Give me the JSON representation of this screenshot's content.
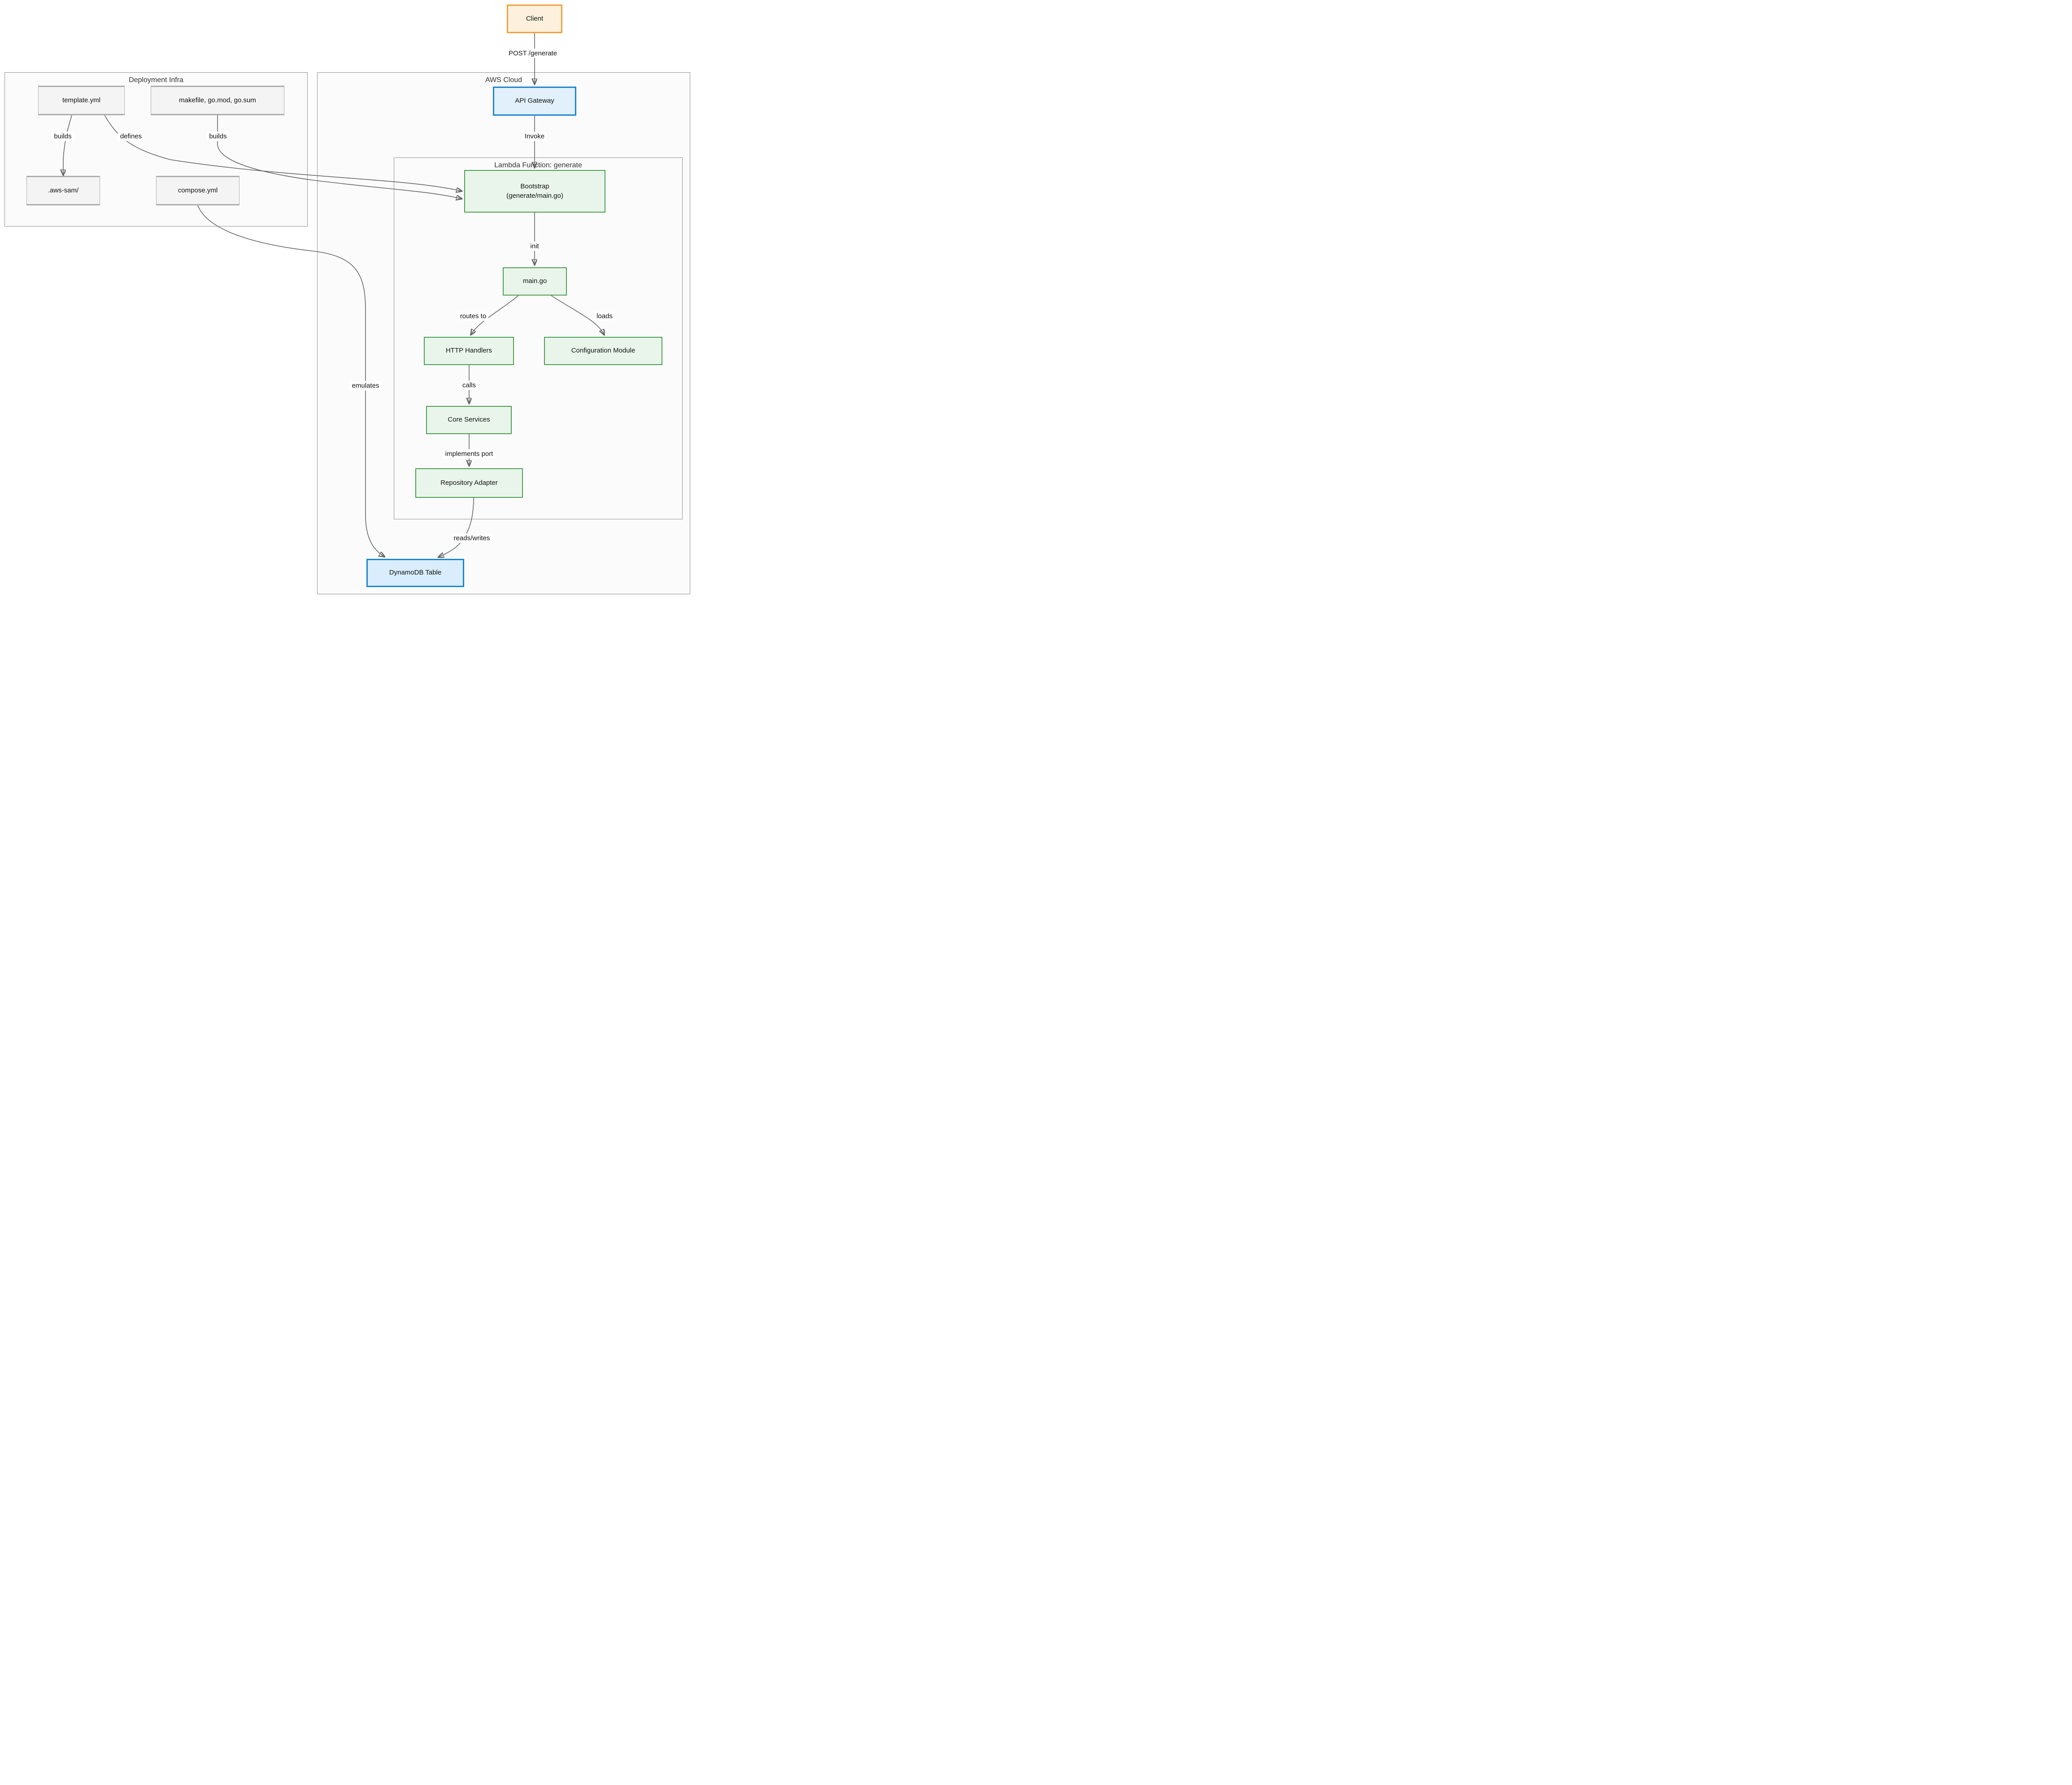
{
  "diagram": {
    "type": "flowchart",
    "direction": "top-down",
    "subgraphs": {
      "deployment_infra": {
        "title": "Deployment Infra"
      },
      "aws_cloud": {
        "title": "AWS Cloud"
      },
      "lambda_function": {
        "title": "Lambda Function: generate"
      }
    },
    "nodes": {
      "client": {
        "label": "Client",
        "category": "client"
      },
      "api_gateway": {
        "label": "API Gateway",
        "category": "aws-service"
      },
      "bootstrap": {
        "label_line1": "Bootstrap",
        "label_line2": "(generate/main.go)",
        "category": "code"
      },
      "main_go": {
        "label": "main.go",
        "category": "code"
      },
      "http_handlers": {
        "label": "HTTP Handlers",
        "category": "code"
      },
      "config_module": {
        "label": "Configuration Module",
        "category": "code"
      },
      "core_services": {
        "label": "Core Services",
        "category": "code"
      },
      "repo_adapter": {
        "label": "Repository Adapter",
        "category": "code"
      },
      "dynamodb": {
        "label": "DynamoDB Table",
        "category": "aws-service"
      },
      "template_yml": {
        "label": "template.yml",
        "category": "infra-file"
      },
      "makefile_gomod_gosum": {
        "label": "makefile, go.mod, go.sum",
        "category": "infra-file"
      },
      "aws_sam_dir": {
        "label": ".aws-sam/",
        "category": "infra-file"
      },
      "compose_yml": {
        "label": "compose.yml",
        "category": "infra-file"
      }
    },
    "edges": [
      {
        "from": "client",
        "to": "api_gateway",
        "label": "POST /generate"
      },
      {
        "from": "api_gateway",
        "to": "bootstrap",
        "label": "Invoke"
      },
      {
        "from": "template_yml",
        "to": "aws_sam_dir",
        "label": "builds"
      },
      {
        "from": "template_yml",
        "to": "bootstrap",
        "label": "defines"
      },
      {
        "from": "makefile_gomod_gosum",
        "to": "bootstrap",
        "label": "builds"
      },
      {
        "from": "compose_yml",
        "to": "dynamodb",
        "label": "emulates"
      },
      {
        "from": "bootstrap",
        "to": "main_go",
        "label": "init"
      },
      {
        "from": "main_go",
        "to": "http_handlers",
        "label": "routes to"
      },
      {
        "from": "main_go",
        "to": "config_module",
        "label": "loads"
      },
      {
        "from": "http_handlers",
        "to": "core_services",
        "label": "calls"
      },
      {
        "from": "core_services",
        "to": "repo_adapter",
        "label": "implements port"
      },
      {
        "from": "repo_adapter",
        "to": "dynamodb",
        "label": "reads/writes"
      }
    ],
    "edge_labels": {
      "post_generate": "POST /generate",
      "invoke": "Invoke",
      "builds_template": "builds",
      "defines": "defines",
      "builds_makefile": "builds",
      "emulates": "emulates",
      "init": "init",
      "routes_to": "routes to",
      "loads": "loads",
      "calls": "calls",
      "implements_port": "implements port",
      "reads_writes": "reads/writes"
    },
    "colors": {
      "client_fill": "#fdf0dc",
      "client_stroke": "#efa23e",
      "aws_service_fill": "#e1f0fb",
      "aws_service_stroke": "#1c86d1",
      "code_fill": "#e9f5ea",
      "code_stroke": "#4b9e52",
      "infra_file_fill": "#f4f4f4",
      "infra_file_stroke": "#adadad",
      "subgraph_fill": "#fbfbfb",
      "subgraph_stroke": "#919191",
      "edge_stroke": "#666666"
    }
  }
}
